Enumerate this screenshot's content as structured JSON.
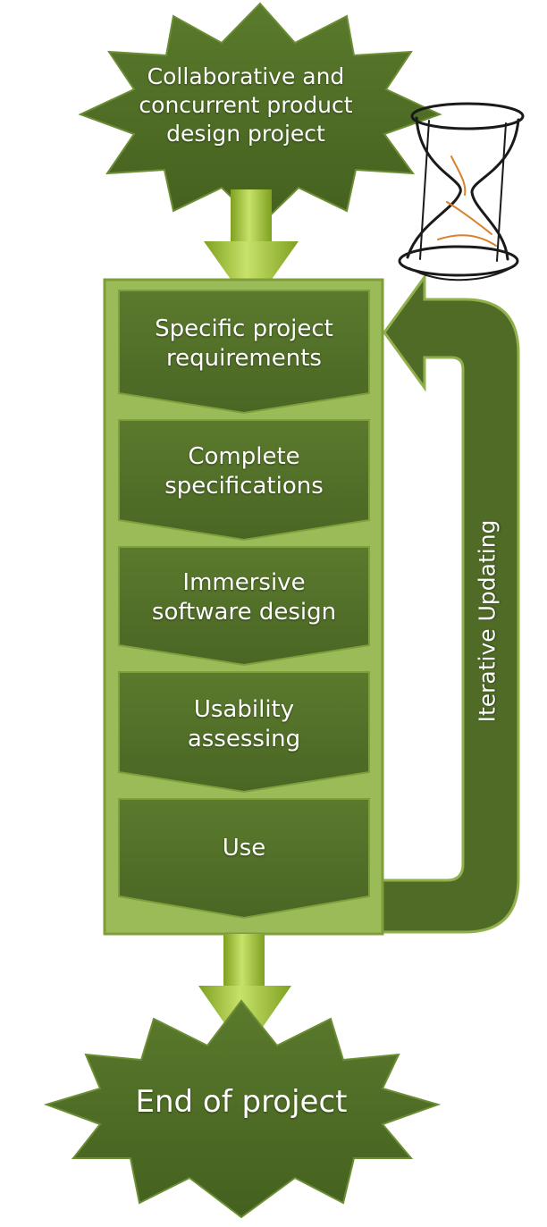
{
  "start": {
    "label_line1": "Collaborative and",
    "label_line2": "concurrent product",
    "label_line3": "design project"
  },
  "steps": [
    {
      "line1": "Specific project",
      "line2": "requirements"
    },
    {
      "line1": "Complete",
      "line2": "specifications"
    },
    {
      "line1": "Immersive",
      "line2": "software design"
    },
    {
      "line1": "Usability",
      "line2": "assessing"
    },
    {
      "line1": "Use",
      "line2": ""
    }
  ],
  "loop": {
    "label": "Iterative Updating"
  },
  "end": {
    "label": "End of project"
  },
  "icons": {
    "timer": "hourglass-icon"
  },
  "colors": {
    "dark_green": "#4f6b26",
    "light_green": "#9bbb59",
    "arrow_green": "#a6cc3a",
    "frame_green": "#8fb04a"
  }
}
